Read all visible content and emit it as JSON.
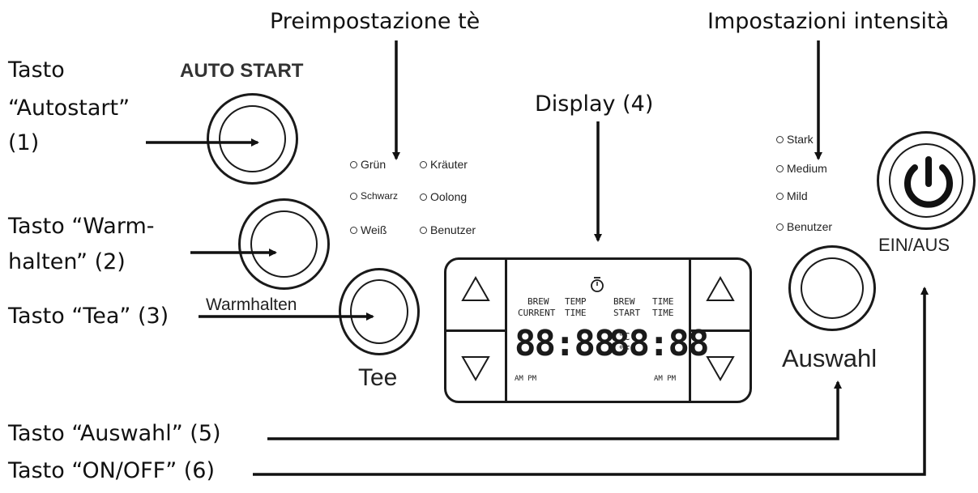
{
  "callouts": {
    "preset_tea": "Preimpostazione tè",
    "intensity": "Impostazioni intensità",
    "display": "Display (4)",
    "autostart_1": "Tasto",
    "autostart_2": "“Autostart”",
    "autostart_3": "(1)",
    "warm_1": "Tasto “Warm-",
    "warm_2": "halten” (2)",
    "tea": "Tasto “Tea” (3)",
    "select": "Tasto “Auswahl” (5)",
    "onoff": "Tasto “ON/OFF” (6)"
  },
  "panel": {
    "auto_start": "AUTO START",
    "warmhalten": "Warmhalten",
    "tee": "Tee",
    "auswahl": "Auswahl",
    "ein_aus": "EIN/AUS",
    "tea_options": [
      "Grün",
      "Kräuter",
      "Schwarz",
      "Oolong",
      "Weiß",
      "Benutzer"
    ],
    "strength_options": [
      "Stark",
      "Medium",
      "Mild",
      "Benutzer"
    ]
  },
  "display": {
    "brew_current_1": "BREW",
    "brew_current_2": "CURRENT",
    "temp_time_1": "TEMP",
    "temp_time_2": "TIME",
    "brew_start_1": "BREW",
    "brew_start_2": "START",
    "time_time_1": "TIME",
    "time_time_2": "TIME",
    "digits_left": "88:88",
    "digits_right": "88:88",
    "unit_c": "°C",
    "unit_f": "°F",
    "ampm_left": "AM PM",
    "ampm_right": "AM PM"
  },
  "icons": [
    "up-triangle-icon",
    "down-triangle-icon",
    "power-icon",
    "timer-icon"
  ]
}
